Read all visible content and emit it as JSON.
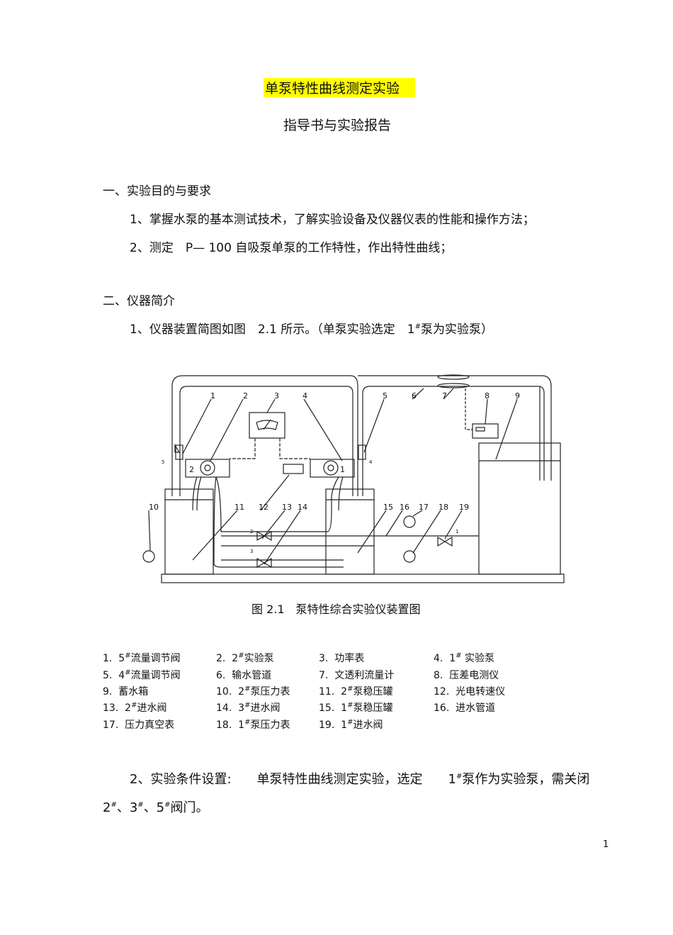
{
  "title": "单泵特性曲线测定实验",
  "subtitle": "指导书与实验报告",
  "section1": {
    "heading": "一、实验目的与要求",
    "item1": "1、掌握水泵的基本测试技术，了解实验设备及仪器仪表的性能和操作方法；",
    "item2": "2、测定　P— 100 自吸泵单泵的工作特性，作出特性曲线；"
  },
  "section2": {
    "heading": "二、仪器简介",
    "item1_pre": "1、仪器装置简图如图　2.1 所示。（单泵实验选定　1",
    "item1_sup": "#",
    "item1_post": "泵为实验泵）"
  },
  "figure": {
    "caption": "图 2.1　泵特性综合实验仪装置图",
    "labels": [
      "1",
      "2",
      "3",
      "4",
      "5",
      "6",
      "7",
      "8",
      "9",
      "10",
      "11",
      "12",
      "13",
      "14",
      "15",
      "16",
      "17",
      "18",
      "19"
    ],
    "pump_labels": [
      "2",
      "1"
    ],
    "valve_labels": [
      "5",
      "4",
      "2",
      "3",
      "1"
    ]
  },
  "legend": [
    {
      "n": "1.",
      "pre": "5",
      "sup": "#",
      "text": "流量调节阀"
    },
    {
      "n": "2.",
      "pre": "2",
      "sup": "#",
      "text": "实验泵"
    },
    {
      "n": "3.",
      "pre": "",
      "sup": "",
      "text": "功率表"
    },
    {
      "n": "4.",
      "pre": "1",
      "sup": "#",
      "text": " 实验泵"
    },
    {
      "n": "5.",
      "pre": "4",
      "sup": "#",
      "text": "流量调节阀"
    },
    {
      "n": "6.",
      "pre": "",
      "sup": "",
      "text": "输水管道"
    },
    {
      "n": "7.",
      "pre": "",
      "sup": "",
      "text": "文透利流量计"
    },
    {
      "n": "8.",
      "pre": "",
      "sup": "",
      "text": "压差电测仪"
    },
    {
      "n": "9.",
      "pre": "",
      "sup": "",
      "text": "蓄水箱"
    },
    {
      "n": "10.",
      "pre": "2",
      "sup": "#",
      "text": "泵压力表"
    },
    {
      "n": "11.",
      "pre": "2",
      "sup": "#",
      "text": "泵稳压罐"
    },
    {
      "n": "12.",
      "pre": "",
      "sup": "",
      "text": "光电转速仪"
    },
    {
      "n": "13.",
      "pre": "2",
      "sup": "#",
      "text": "进水阀"
    },
    {
      "n": "14.",
      "pre": "3",
      "sup": "#",
      "text": "进水阀"
    },
    {
      "n": "15.",
      "pre": "1",
      "sup": "#",
      "text": "泵稳压罐"
    },
    {
      "n": "16.",
      "pre": "",
      "sup": "",
      "text": "进水管道"
    },
    {
      "n": "17.",
      "pre": "",
      "sup": "",
      "text": "压力真空表"
    },
    {
      "n": "18.",
      "pre": "1",
      "sup": "#",
      "text": "泵压力表"
    },
    {
      "n": "19.",
      "pre": "1",
      "sup": "#",
      "text": "进水阀"
    }
  ],
  "setup": {
    "pre": "2、实验条件设置:　　单泵特性曲线测定实验，选定　　1",
    "sup1": "#",
    "mid": "泵作为实验泵，需关闭",
    "line2_a": "2",
    "line2_b": "、3",
    "line2_c": "、5",
    "line2_d": "阀门。",
    "sup": "#"
  },
  "page_number": "1"
}
